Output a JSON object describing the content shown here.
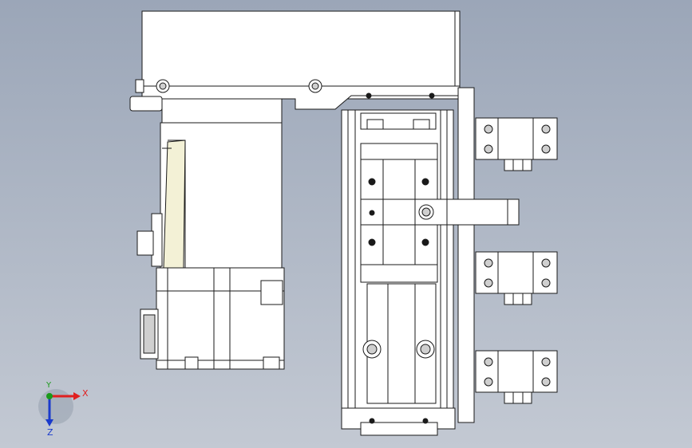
{
  "viewport": {
    "background_top": "#9ba6b8",
    "background_bottom": "#c3c9d3",
    "part_fill": "#ffffff",
    "edge_color": "#1a1a1a",
    "shaded_fill": "#f3f1d6"
  },
  "triad": {
    "x_label": "X",
    "y_label": "Y",
    "z_label": "Z",
    "x_color": "#e02020",
    "y_color": "#1a9a1a",
    "z_color": "#1a3acc"
  }
}
